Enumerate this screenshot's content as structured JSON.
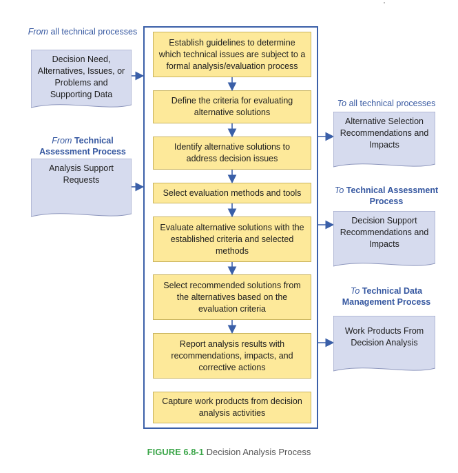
{
  "inputs": {
    "from_all": {
      "prefix": "From",
      "text": " all technical processes"
    },
    "decision_need": "Decision Need, Alternatives, Issues, or Problems and Supporting Data",
    "from_tap": {
      "prefix": "From",
      "text": " Technical Assessment Process"
    },
    "analysis_support": "Analysis Support Requests"
  },
  "steps": [
    "Establish guidelines to determine which technical issues are subject to a formal analysis/evaluation process",
    "Define the criteria for evaluating alternative solutions",
    "Identify alternative solutions to address decision issues",
    "Select evaluation methods and tools",
    "Evaluate alternative solutions with the established criteria and selected methods",
    "Select recommended solutions from the alternatives based on the evaluation criteria",
    "Report analysis results with recommendations, impacts, and corrective actions",
    "Capture work products from decision analysis activities"
  ],
  "outputs": {
    "to_all": {
      "prefix": "To",
      "text": " all technical processes"
    },
    "alt_selection": "Alternative Selection Recommendations and Impacts",
    "to_tap": {
      "prefix": "To",
      "text": " Technical Assessment Process"
    },
    "decision_support": "Decision Support Recommendations and Impacts",
    "to_tdm": {
      "prefix": "To",
      "text": " Technical Data Management Process"
    },
    "work_products": "Work Products From Decision Analysis"
  },
  "caption": {
    "figure": "FIGURE 6.8-1",
    "title": " Decision Analysis Process"
  },
  "colors": {
    "step_fill": "#fde99a",
    "doc_fill": "#d6dbee",
    "frame": "#3a5fa8",
    "label": "#3557a0",
    "figure_label": "#3aa548"
  }
}
